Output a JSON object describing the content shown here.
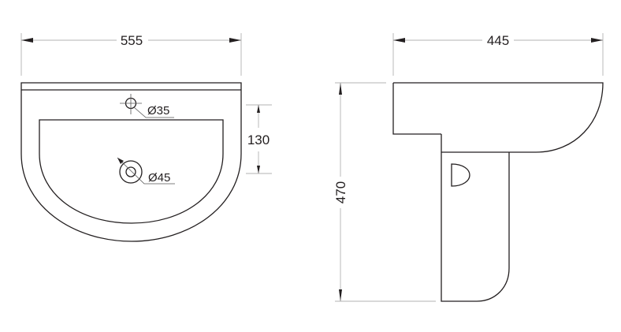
{
  "front_view": {
    "width_label": "555",
    "tap_hole_label": "Ø35",
    "waste_label": "Ø45",
    "depth_label": "130"
  },
  "side_view": {
    "projection_label": "445",
    "height_label": "470"
  }
}
